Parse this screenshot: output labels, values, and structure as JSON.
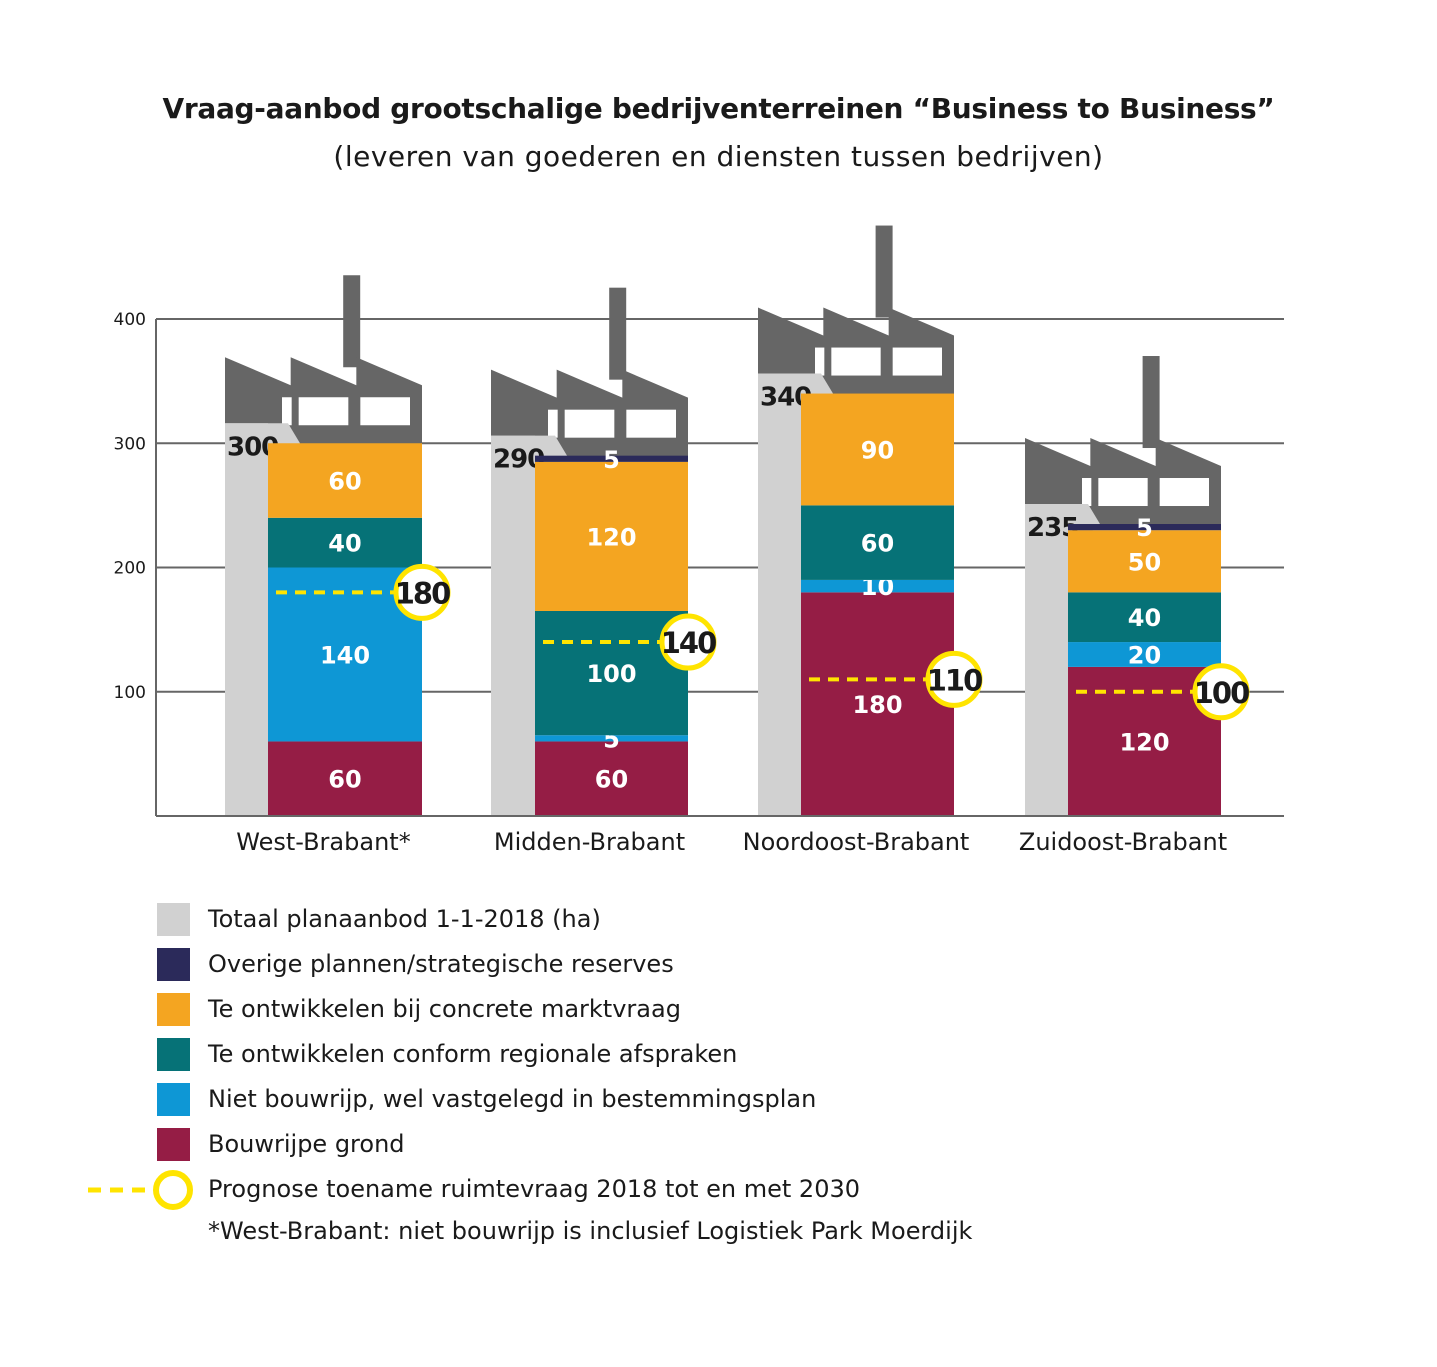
{
  "title": "Vraag-aanbod grootschalige bedrijventerreinen “Business to Business”",
  "subtitle": "(leveren van goederen en diensten tussen bedrijven)",
  "colors": {
    "totaal": "#d1d1d1",
    "overige": "#2b2a5a",
    "marktvraag": "#f4a521",
    "regionaal": "#067277",
    "niet_bouwrijp": "#0e97d5",
    "bouwrijp": "#951d45",
    "prognose": "#ffe400",
    "factory": "#666666",
    "grid": "#666666"
  },
  "chart_data": {
    "type": "bar",
    "stacked": true,
    "ylim": [
      0,
      400
    ],
    "yticks": [
      "100",
      "200",
      "300",
      "400"
    ],
    "categories": [
      "West-Brabant*",
      "Midden-Brabant",
      "Noordoost-Brabant",
      "Zuidoost-Brabant"
    ],
    "totals": [
      300,
      290,
      340,
      235
    ],
    "series": [
      {
        "name": "Bouwrijpe grond",
        "key": "bouwrijp",
        "values": [
          60,
          60,
          180,
          120
        ]
      },
      {
        "name": "Niet bouwrijp, wel vastgelegd in bestemmingsplan",
        "key": "niet_bouwrijp",
        "values": [
          140,
          5,
          10,
          20
        ]
      },
      {
        "name": "Te ontwikkelen conform regionale afspraken",
        "key": "regionaal",
        "values": [
          40,
          100,
          60,
          40
        ]
      },
      {
        "name": "Te ontwikkelen bij concrete marktvraag",
        "key": "marktvraag",
        "values": [
          60,
          120,
          90,
          50
        ]
      },
      {
        "name": "Overige plannen/strategische reserves",
        "key": "overige",
        "values": [
          0,
          5,
          0,
          5
        ]
      }
    ],
    "prognose": [
      180,
      140,
      110,
      100
    ],
    "legend_placement": "bottom",
    "grid": true
  },
  "legend": [
    {
      "key": "totaal",
      "label": "Totaal planaanbod 1-1-2018 (ha)"
    },
    {
      "key": "overige",
      "label": "Overige plannen/strategische reserves"
    },
    {
      "key": "marktvraag",
      "label": "Te ontwikkelen bij concrete marktvraag"
    },
    {
      "key": "regionaal",
      "label": "Te ontwikkelen conform regionale afspraken"
    },
    {
      "key": "niet_bouwrijp",
      "label": "Niet bouwrijp, wel vastgelegd in bestemmingsplan"
    },
    {
      "key": "bouwrijp",
      "label": "Bouwrijpe grond"
    }
  ],
  "prognose_label": "Prognose toename ruimtevraag 2018 tot en met 2030",
  "footnote": "*West-Brabant: niet bouwrijp is inclusief Logistiek Park Moerdijk"
}
